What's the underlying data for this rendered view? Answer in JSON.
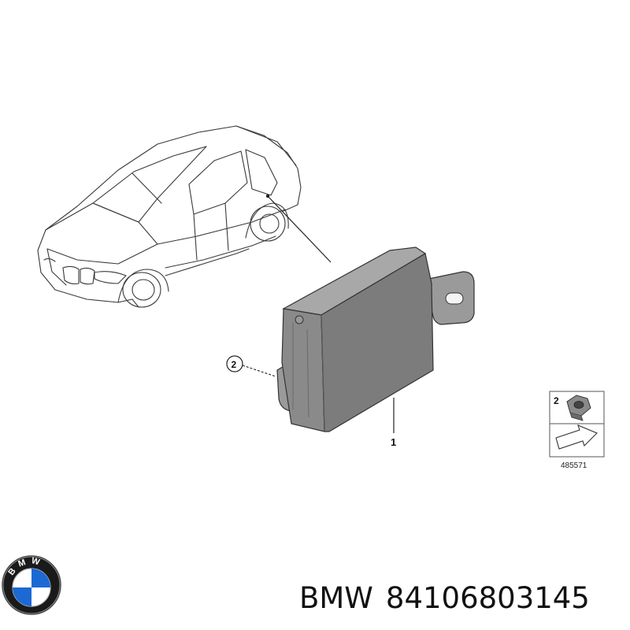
{
  "diagram": {
    "callouts": [
      {
        "id": "1",
        "label": "1"
      },
      {
        "id": "2",
        "label": "2"
      }
    ],
    "legend": {
      "item_number": "2",
      "reference_code": "485571"
    }
  },
  "logo": {
    "text": "BMW",
    "colors": {
      "blue": "#1c69d4",
      "ring": "#1a1a1a",
      "white": "#ffffff"
    }
  },
  "product": {
    "brand": "BMW",
    "part_number": "84106803145"
  }
}
